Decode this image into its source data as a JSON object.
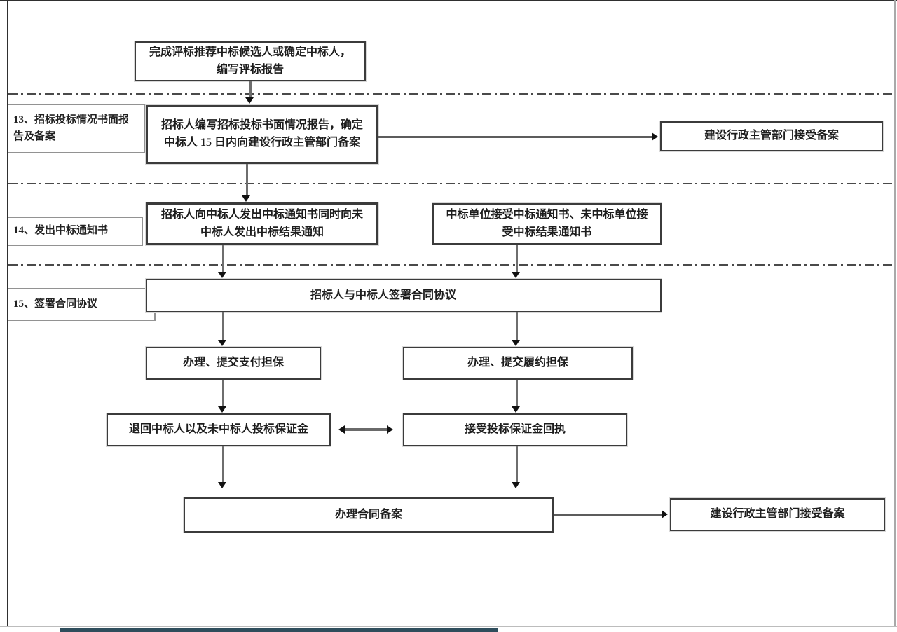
{
  "diagram": {
    "side_labels": {
      "step13": "13、招标投标情况书面报告及备案",
      "step14": "14、发出中标通知书",
      "step15": "15、签署合同协议"
    },
    "nodes": {
      "finish_evaluation": "完成评标推荐中标候选人或确定中标人，编写评标报告",
      "written_report": "招标人编写招标投标书面情况报告，确定中标人 15 日内向建设行政主管部门备案",
      "authority_accept_record_1": "建设行政主管部门接受备案",
      "send_notice": "招标人向中标人发出中标通知书同时向未中标人发出中标结果通知",
      "receive_notice": "中标单位接受中标通知书、未中标单位接受中标结果通知书",
      "sign_contract": "招标人与中标人签署合同协议",
      "payment_guarantee": "办理、提交支付担保",
      "performance_guarantee": "办理、提交履约担保",
      "refund_bid_bond": "退回中标人以及未中标人投标保证金",
      "bond_receipt": "接受投标保证金回执",
      "contract_record": "办理合同备案",
      "authority_accept_record_2": "建设行政主管部门接受备案"
    },
    "colors": {
      "page_background": "#ffffff",
      "frame_dark": "#2f2f2f",
      "frame_light": "#a9a9a9",
      "node_border": "#3b3b3b",
      "cell_border": "#929292",
      "connector": "#6e6e6e",
      "arrowhead": "#111111",
      "dash_line": "#4a4a4a",
      "bottom_bar": "#2e4d5c"
    }
  }
}
